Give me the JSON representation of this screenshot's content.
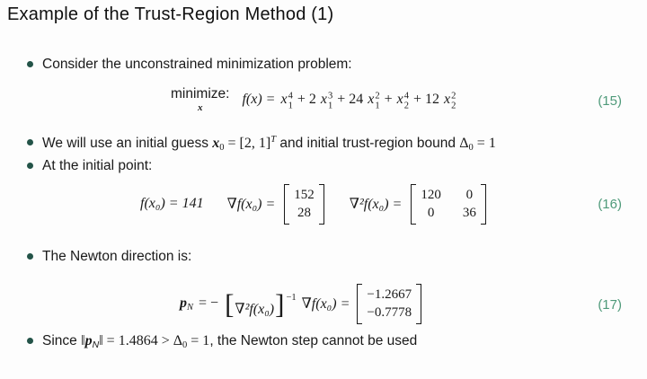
{
  "colors": {
    "bullet_marker": "#235348",
    "equation_number": "#4f9a7a",
    "text": "#1a1a1a",
    "background": "#fdfdfd"
  },
  "slide": {
    "title": "Example of the Trust-Region Method (1)",
    "bullet1": {
      "text": "Consider the unconstrained minimization problem:"
    },
    "eq15": {
      "minimize_label": "minimize:",
      "minimize_subscript": "x",
      "lhs": "f(x) =",
      "terms": [
        {
          "pre": "",
          "base": "x",
          "sup": "4",
          "sub": "1"
        },
        {
          "pre": "+ 2",
          "base": "x",
          "sup": "3",
          "sub": "1"
        },
        {
          "pre": "+ 24",
          "base": "x",
          "sup": "2",
          "sub": "1"
        },
        {
          "pre": "+",
          "base": "x",
          "sup": "4",
          "sub": "2"
        },
        {
          "pre": "+ 12",
          "base": "x",
          "sup": "2",
          "sub": "2"
        }
      ],
      "number": "(15)"
    },
    "bullet2": {
      "text1": "We will use an initial guess ",
      "math1_base": "x",
      "math1_sub": "0",
      "math1_mid": " = [2, 1]",
      "math1_sup": "T",
      "text2": " and initial trust-region bound ",
      "math2_delta": "Δ",
      "math2_sub": "0",
      "math2_tail": " = 1"
    },
    "bullet3": {
      "text": "At the initial point:"
    },
    "eq16": {
      "part1": "f(x₀) = 141",
      "part2": "∇f(x₀) =",
      "vector": [
        "152",
        "28"
      ],
      "part3": "∇²f(x₀) =",
      "matrix": [
        [
          "120",
          "0"
        ],
        [
          "0",
          "36"
        ]
      ],
      "number": "(16)"
    },
    "bullet4": {
      "text": "The Newton direction is:"
    },
    "eq17": {
      "p_base": "p",
      "p_sub": "N",
      "equals_minus": "= −",
      "lbracket": "[",
      "inner": "∇²f(x₀)",
      "rbracket": "]",
      "exponent": "−1",
      "grad": "∇f(x₀) =",
      "vector": [
        "−1.2667",
        "−0.7778"
      ],
      "number": "(17)"
    },
    "bullet5": {
      "text1": "Since ",
      "norm_open": "‖",
      "p_base": "p",
      "p_sub": "N",
      "norm_close_eq": "‖ = 1.4864 > ",
      "delta": "Δ",
      "delta_sub": "0",
      "delta_tail": " = 1",
      "text2": ", the Newton step cannot be used"
    }
  }
}
